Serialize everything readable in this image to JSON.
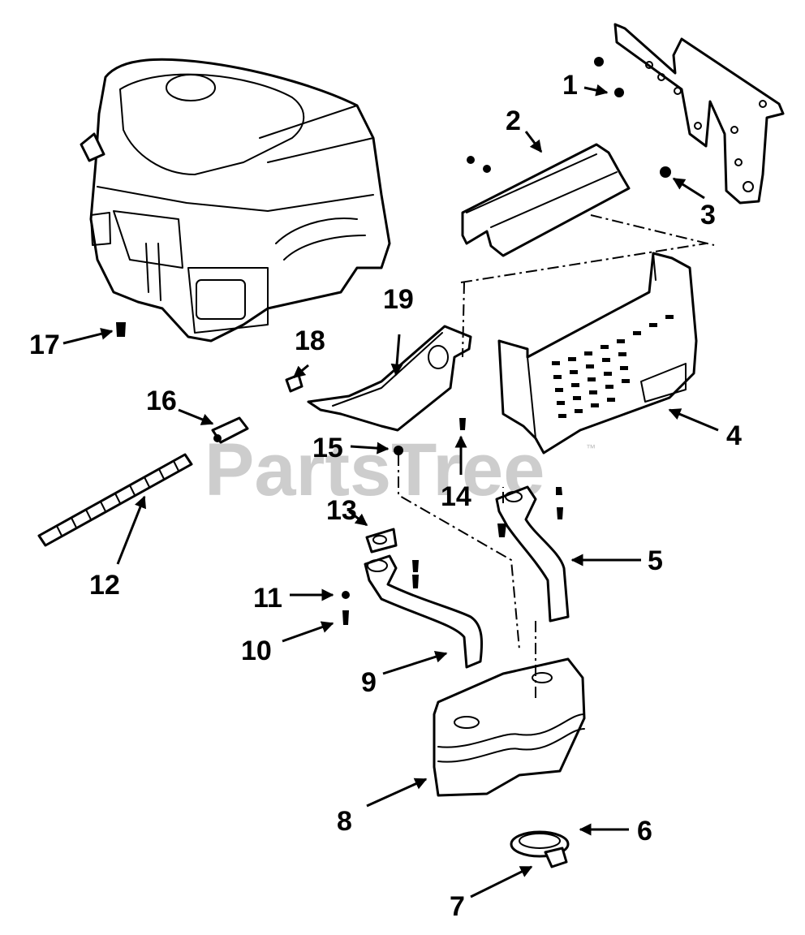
{
  "watermark": {
    "text": "PartsTree",
    "tm": "™"
  },
  "callouts": {
    "c1": "1",
    "c2": "2",
    "c3": "3",
    "c4": "4",
    "c5": "5",
    "c6": "6",
    "c7": "7",
    "c8": "8",
    "c9": "9",
    "c10": "10",
    "c11": "11",
    "c12": "12",
    "c13": "13",
    "c14": "14",
    "c15": "15",
    "c16": "16",
    "c17": "17",
    "c18": "18",
    "c19": "19"
  },
  "colors": {
    "line": "#000000",
    "watermark": "#bdbdbd",
    "background": "#ffffff"
  }
}
